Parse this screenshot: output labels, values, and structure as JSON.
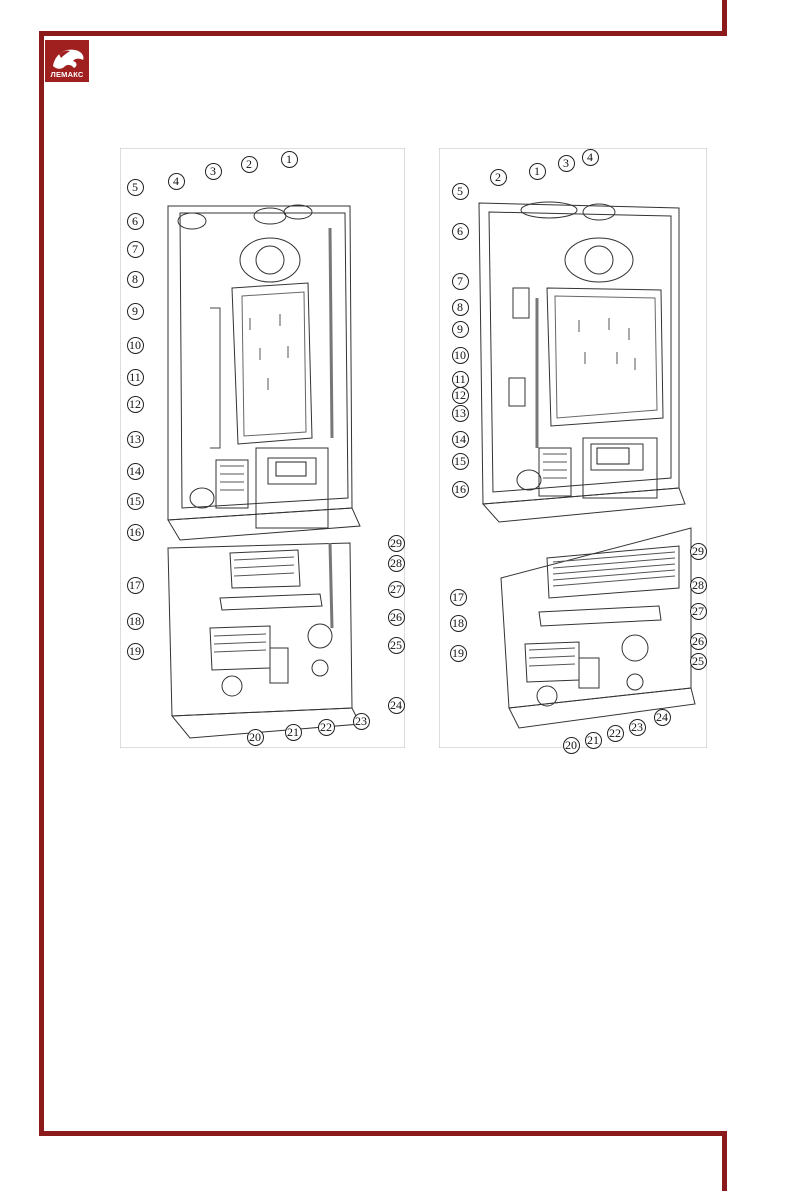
{
  "brand": {
    "logo_text": "ЛЕМАКС"
  },
  "colors": {
    "frame": "#8b1a1a",
    "logo_bg": "#a0201f",
    "line": "#333333"
  },
  "figure_left": {
    "callouts": [
      "1",
      "2",
      "3",
      "4",
      "5",
      "6",
      "7",
      "8",
      "9",
      "10",
      "11",
      "12",
      "13",
      "14",
      "15",
      "16",
      "17",
      "18",
      "19",
      "20",
      "21",
      "22",
      "23",
      "24",
      "25",
      "26",
      "27",
      "28",
      "29"
    ]
  },
  "figure_right": {
    "callouts": [
      "1",
      "2",
      "3",
      "4",
      "5",
      "6",
      "7",
      "8",
      "9",
      "10",
      "11",
      "12",
      "13",
      "14",
      "15",
      "16",
      "17",
      "18",
      "19",
      "20",
      "21",
      "22",
      "23",
      "24",
      "25",
      "26",
      "27",
      "28",
      "29"
    ]
  }
}
